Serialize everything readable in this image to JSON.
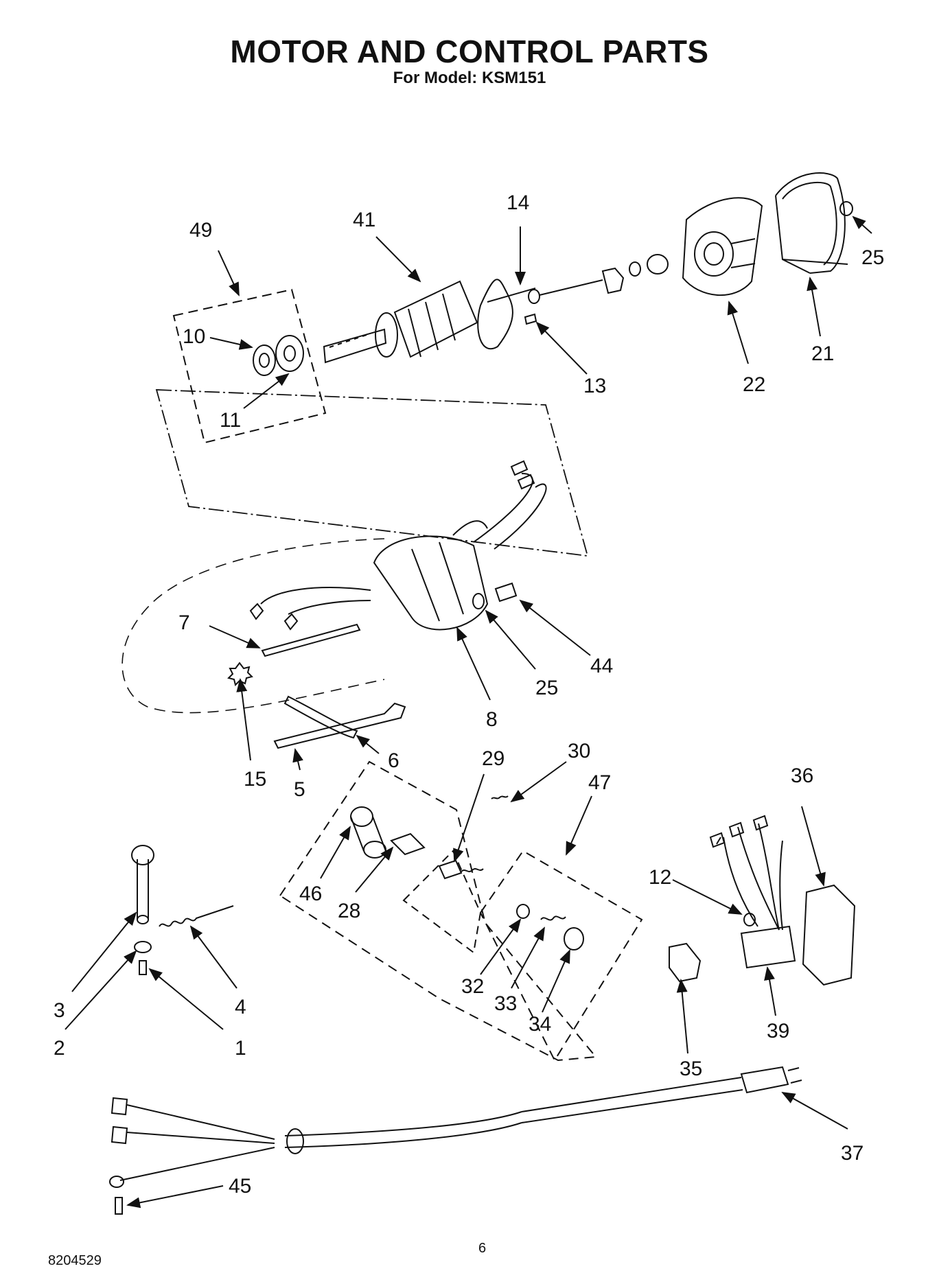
{
  "header": {
    "title": "MOTOR AND CONTROL PARTS",
    "subtitle": "For Model: KSM151"
  },
  "footer": {
    "doc_number": "8204529",
    "page_number": "6"
  },
  "callouts": [
    {
      "id": "c49",
      "label": "49"
    },
    {
      "id": "c41",
      "label": "41"
    },
    {
      "id": "c14",
      "label": "14"
    },
    {
      "id": "c25a",
      "label": "25"
    },
    {
      "id": "c10",
      "label": "10"
    },
    {
      "id": "c13",
      "label": "13"
    },
    {
      "id": "c22",
      "label": "22"
    },
    {
      "id": "c21",
      "label": "21"
    },
    {
      "id": "c11",
      "label": "11"
    },
    {
      "id": "c7",
      "label": "7"
    },
    {
      "id": "c44",
      "label": "44"
    },
    {
      "id": "c25b",
      "label": "25"
    },
    {
      "id": "c8",
      "label": "8"
    },
    {
      "id": "c6",
      "label": "6"
    },
    {
      "id": "c15",
      "label": "15"
    },
    {
      "id": "c5",
      "label": "5"
    },
    {
      "id": "c29",
      "label": "29"
    },
    {
      "id": "c30",
      "label": "30"
    },
    {
      "id": "c47",
      "label": "47"
    },
    {
      "id": "c36",
      "label": "36"
    },
    {
      "id": "c12",
      "label": "12"
    },
    {
      "id": "c46",
      "label": "46"
    },
    {
      "id": "c28",
      "label": "28"
    },
    {
      "id": "c3",
      "label": "3"
    },
    {
      "id": "c4",
      "label": "4"
    },
    {
      "id": "c32",
      "label": "32"
    },
    {
      "id": "c33",
      "label": "33"
    },
    {
      "id": "c34",
      "label": "34"
    },
    {
      "id": "c39",
      "label": "39"
    },
    {
      "id": "c2",
      "label": "2"
    },
    {
      "id": "c1",
      "label": "1"
    },
    {
      "id": "c35",
      "label": "35"
    },
    {
      "id": "c37",
      "label": "37"
    },
    {
      "id": "c45",
      "label": "45"
    }
  ]
}
